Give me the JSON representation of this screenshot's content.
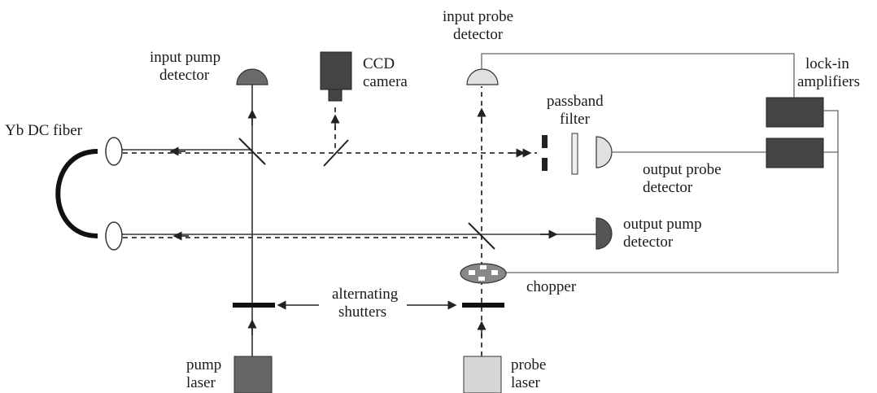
{
  "labels": {
    "input_probe_detector": [
      "input probe",
      "detector"
    ],
    "input_pump_detector": [
      "input pump",
      "detector"
    ],
    "ccd_camera": [
      "CCD",
      "camera"
    ],
    "lockin_amplifiers": [
      "lock-in",
      "amplifiers"
    ],
    "passband_filter": [
      "passband",
      "filter"
    ],
    "yb_dc_fiber": "Yb DC fiber",
    "output_probe_detector": [
      "output probe",
      "detector"
    ],
    "output_pump_detector": [
      "output pump",
      "detector"
    ],
    "chopper": "chopper",
    "alternating_shutters": [
      "alternating",
      "shutters"
    ],
    "pump_laser": [
      "pump",
      "laser"
    ],
    "probe_laser": [
      "probe",
      "laser"
    ]
  },
  "colors": {
    "dark_component": "#4a4a4a",
    "medium_component": "#6a6a6a",
    "light_component": "#d6d6d6",
    "fiber": "#111111"
  }
}
